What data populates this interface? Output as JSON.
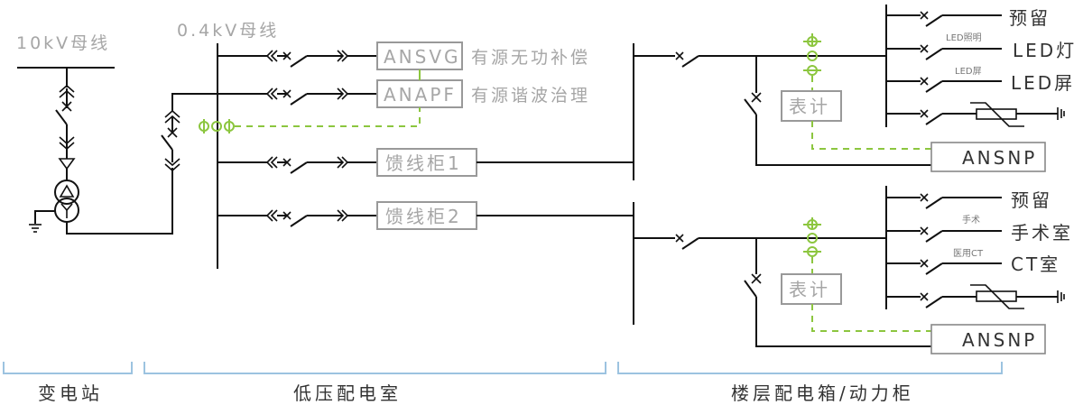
{
  "diagram": {
    "type": "power-distribution-single-line",
    "buses": {
      "hv_bus_label": "10kV母线",
      "lv_bus_label": "0.4kV母线"
    },
    "lv_room": {
      "compensation": [
        {
          "device": "ANSVG",
          "desc": "有源无功补偿"
        },
        {
          "device": "ANAPF",
          "desc": "有源谐波治理"
        }
      ],
      "feeders": [
        {
          "label": "馈线柜1"
        },
        {
          "label": "馈线柜2"
        }
      ]
    },
    "floor_boxes": [
      {
        "meter_label": "表计",
        "protector_label": "ANSNP",
        "branches": [
          {
            "small_label": "",
            "label": "预留"
          },
          {
            "small_label": "LED照明",
            "label": "LED灯"
          },
          {
            "small_label": "LED屏",
            "label": "LED屏"
          },
          {
            "small_label": "",
            "label": "",
            "surge_arrester": true
          }
        ]
      },
      {
        "meter_label": "表计",
        "protector_label": "ANSNP",
        "branches": [
          {
            "small_label": "",
            "label": "预留"
          },
          {
            "small_label": "手术",
            "label": "手术室"
          },
          {
            "small_label": "医用CT",
            "label": "CT室"
          },
          {
            "small_label": "",
            "label": "",
            "surge_arrester": true
          }
        ]
      }
    ],
    "sections": [
      {
        "label": "变电站"
      },
      {
        "label": "低压配电室"
      },
      {
        "label": "楼层配电箱/动力柜"
      }
    ],
    "colors": {
      "line": "#111111",
      "ct_green": "#8cc63f",
      "box_border": "#999999",
      "muted_text": "#a6a6a6",
      "bracket_blue": "#9cc3e0"
    }
  }
}
